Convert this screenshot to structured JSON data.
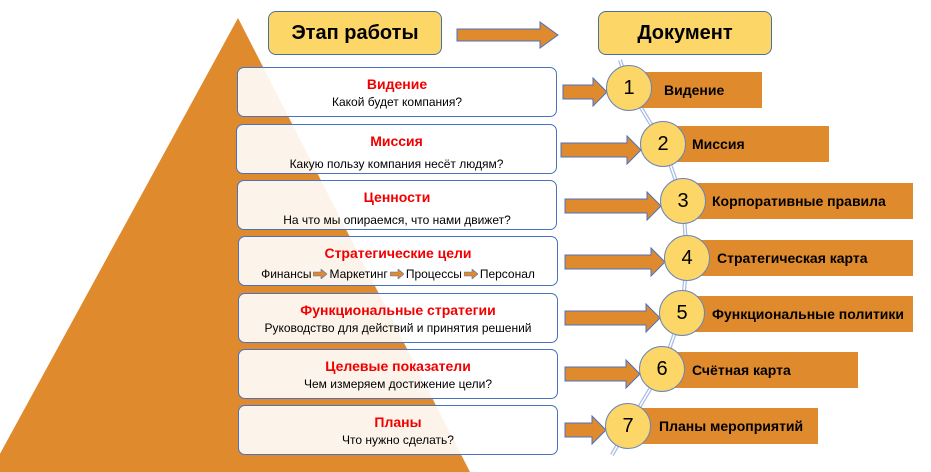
{
  "header": {
    "stage_label": "Этап работы",
    "document_label": "Документ"
  },
  "colors": {
    "orange": "#E08A2E",
    "yellow": "#FCD667",
    "red": "#F00000",
    "border": "#4A72C0"
  },
  "rows": [
    {
      "title": "Видение",
      "subtitle": "Какой будет компания?",
      "num": "1",
      "doc": "Видение"
    },
    {
      "title": "Миссия",
      "subtitle": "Какую пользу компания несёт людям?",
      "num": "2",
      "doc": "Миссия"
    },
    {
      "title": "Ценности",
      "subtitle": "На что мы опираемся, что нами движет?",
      "num": "3",
      "doc": "Корпоративные правила"
    },
    {
      "title": "Стратегические цели",
      "chain": [
        "Финансы",
        "Маркетинг",
        "Процессы",
        "Персонал"
      ],
      "num": "4",
      "doc": "Стратегическая карта"
    },
    {
      "title": "Функциональные стратегии",
      "subtitle": "Руководство для действий и принятия решений",
      "num": "5",
      "doc": "Функциональные политики"
    },
    {
      "title": "Целевые показатели",
      "subtitle": "Чем измеряем достижение цели?",
      "num": "6",
      "doc": "Счётная карта"
    },
    {
      "title": "Планы",
      "subtitle": "Что нужно сделать?",
      "num": "7",
      "doc": "Планы мероприятий"
    }
  ]
}
